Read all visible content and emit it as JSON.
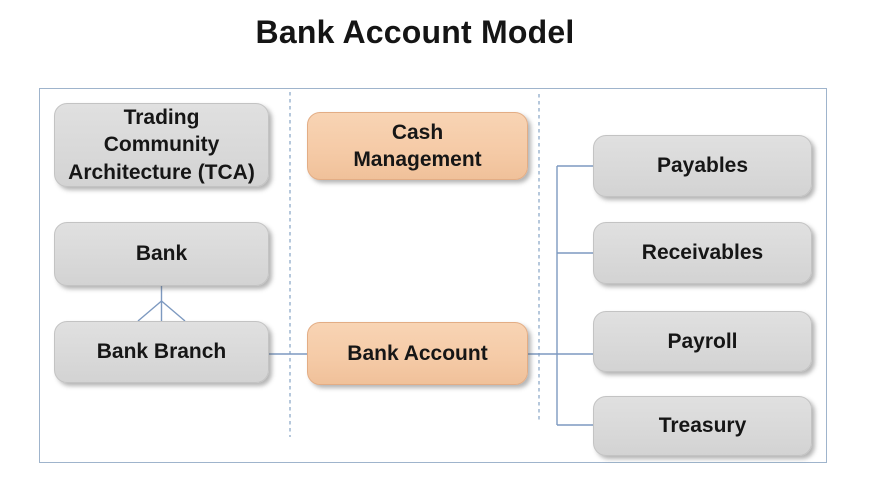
{
  "title": "Bank Account Model",
  "colors": {
    "text_color": "#151515",
    "frame_border": "#9fb4cc",
    "connector_blue": "#7d99c0",
    "divider_blue": "#85a3c4",
    "node_gray_fill": "#d9d9d9",
    "node_gray_border": "#c3c3c3",
    "node_peach_fill": "#f5caa6",
    "node_peach_border": "#e3ad85"
  },
  "nodes": {
    "tca": "Trading\nCommunity\nArchitecture (TCA)",
    "bank": "Bank",
    "bank_branch": "Bank Branch",
    "cash_management": "Cash\nManagement",
    "bank_account": "Bank Account",
    "payables": "Payables",
    "receivables": "Receivables",
    "payroll": "Payroll",
    "treasury": "Treasury"
  },
  "relationships": {
    "bank_to_branch": "one-to-many (crow's foot)",
    "branch_to_account": "connected",
    "account_to_modules": [
      "Payables",
      "Receivables",
      "Payroll",
      "Treasury"
    ]
  }
}
